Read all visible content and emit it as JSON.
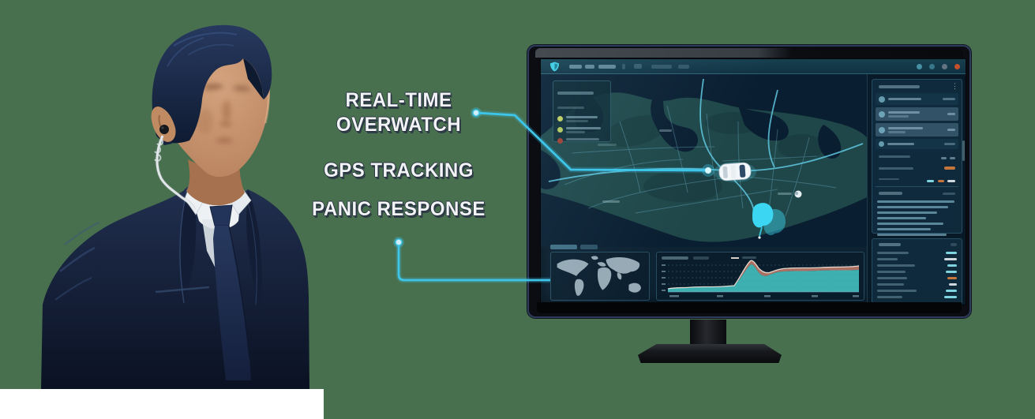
{
  "css_vars": {
    "backdrop": "#48704F",
    "accent": "#3EC6EA",
    "label-fill": "#F1F3F5",
    "label-outline": "#2A3343",
    "bezel": "#0B0D12",
    "screen-bg": "#0D2233",
    "water": "#0A1E31",
    "land": "#1F4749",
    "road": "#6FB0C8",
    "highway": "#5FC8E0",
    "orange": "#C4763B",
    "chart-teal": "#46C4C4",
    "chart-band": "#B57565",
    "chart-line": "#EFE7DC"
  },
  "page": {
    "backdrop_color": "#48704F",
    "bottom_left_strip_color": "#FFFFFF"
  },
  "figure": {
    "description": "security-agent-in-navy-suit-with-earpiece-blurred-face"
  },
  "callouts": {
    "accent_color": "#3EC6EA",
    "items": [
      {
        "id": "real-time-overwatch",
        "lines": [
          "REAL-TIME",
          "OVERWATCH"
        ],
        "has_connector": true
      },
      {
        "id": "gps-tracking",
        "lines": [
          "GPS TRACKING"
        ],
        "has_connector": false
      },
      {
        "id": "panic-response",
        "lines": [
          "PANIC RESPONSE"
        ],
        "has_connector": true
      }
    ]
  },
  "monitor": {
    "bezel_color": "#0B0D12",
    "screen": {
      "background_color": "#0D2233",
      "topbar": {
        "logo": "shield-icon",
        "window_buttons": [
          {
            "color": "rgba(80,160,180,0.85)"
          },
          {
            "color": "rgba(80,160,180,0.6)"
          },
          {
            "color": "rgba(120,130,145,0.8)"
          },
          {
            "color": "#C2502E"
          }
        ]
      },
      "map": {
        "water_color": "#0A1E31",
        "land_color": "#1F4749",
        "road_color": "#6FB0C8",
        "highway_color": "#5FC8E0",
        "markers": {
          "vehicle": "car-top-view-marker",
          "zone": "cyan-zone-marker",
          "poi": "white-poi-marker"
        },
        "alerts_panel_status_dot_colors": [
          "#C3D160",
          "#B6C95E",
          "#A33D30"
        ]
      },
      "world_panel": {
        "tab_count": 2,
        "continent_color": "#A7BAC4"
      },
      "activity_chart": {
        "area_color": "#46C4C4",
        "band_color": "#B57565",
        "line_color": "#EFE7DC",
        "gridlines": 5
      },
      "sidebar": {
        "highlight_row_color": "rgba(142,190,215,0.28)",
        "orange_value_color": "#C4763B",
        "stat_value_colors": [
          "#7FD4DF",
          "#CFD8DD",
          "#7FD4DF",
          "#7FD4DF",
          "#C4763B",
          "#CFD8DD",
          "#7FD4DF",
          "#7FD4DF"
        ]
      }
    }
  }
}
